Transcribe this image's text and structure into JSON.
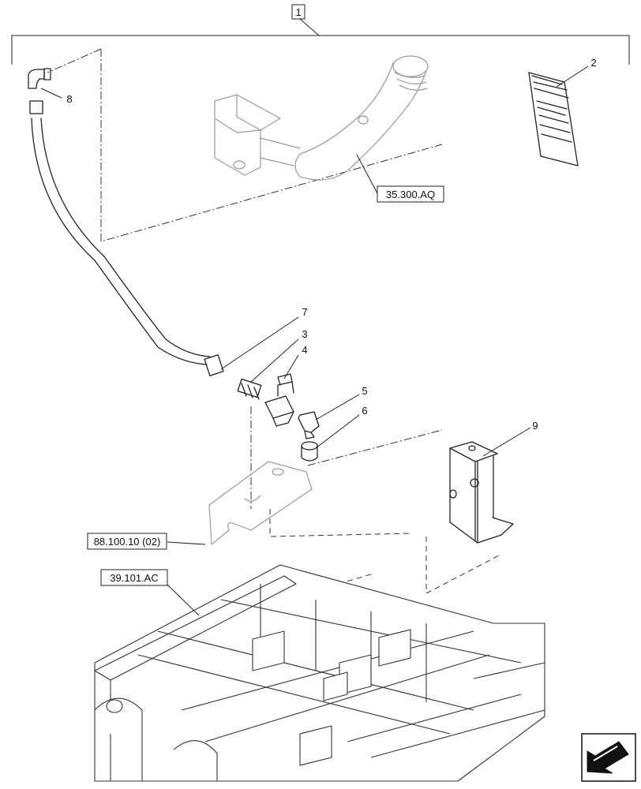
{
  "callouts": {
    "assembly": "1",
    "manual": "2",
    "coupler": "3",
    "valve": "4",
    "elbow_fitting": "5",
    "cap": "6",
    "hose_end": "7",
    "elbow_top": "8",
    "bracket": "9"
  },
  "references": {
    "tank_pipe": "35.300.AQ",
    "plate": "88.100.10 (02)",
    "frame": "39.101.AC"
  },
  "navigation": {
    "icon": "arrow-next-icon"
  }
}
